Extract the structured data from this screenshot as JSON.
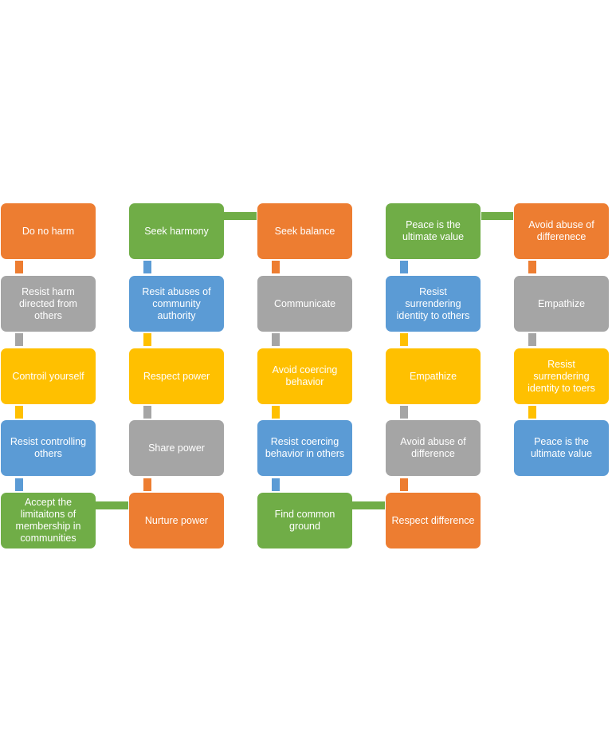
{
  "columns": [
    {
      "boxes": [
        {
          "label": "Do no harm",
          "color": "orange"
        },
        {
          "label": "Resist harm directed from others",
          "color": "gray"
        },
        {
          "label": "Controil yourself",
          "color": "yellow"
        },
        {
          "label": "Resist controlling others",
          "color": "blue"
        },
        {
          "label": "Accept the limitaitons of membership in communities",
          "color": "green"
        }
      ]
    },
    {
      "boxes": [
        {
          "label": "Seek harmony",
          "color": "green"
        },
        {
          "label": "Resit abuses of community authority",
          "color": "blue"
        },
        {
          "label": "Respect power",
          "color": "yellow"
        },
        {
          "label": "Share power",
          "color": "gray"
        },
        {
          "label": "Nurture power",
          "color": "orange"
        }
      ]
    },
    {
      "boxes": [
        {
          "label": "Seek balance",
          "color": "orange"
        },
        {
          "label": "Communicate",
          "color": "gray"
        },
        {
          "label": "Avoid coercing behavior",
          "color": "yellow"
        },
        {
          "label": "Resist coercing behavior in others",
          "color": "blue"
        },
        {
          "label": "Find common ground",
          "color": "green"
        }
      ]
    },
    {
      "boxes": [
        {
          "label": "Peace is the ultimate value",
          "color": "green"
        },
        {
          "label": "Resist surrendering identity to others",
          "color": "blue"
        },
        {
          "label": "Empathize",
          "color": "yellow"
        },
        {
          "label": "Avoid abuse of difference",
          "color": "gray"
        },
        {
          "label": "Respect difference",
          "color": "orange"
        }
      ]
    },
    {
      "boxes": [
        {
          "label": "Avoid abuse of differenece",
          "color": "orange"
        },
        {
          "label": "Empathize",
          "color": "gray"
        },
        {
          "label": "Resist surrendering identity to toers",
          "color": "yellow"
        },
        {
          "label": "Peace is the ultimate value",
          "color": "blue"
        }
      ]
    }
  ],
  "colors": {
    "orange": "#ED7D31",
    "gray": "#A5A5A5",
    "yellow": "#FFC000",
    "blue": "#5B9BD5",
    "green": "#70AD47"
  }
}
